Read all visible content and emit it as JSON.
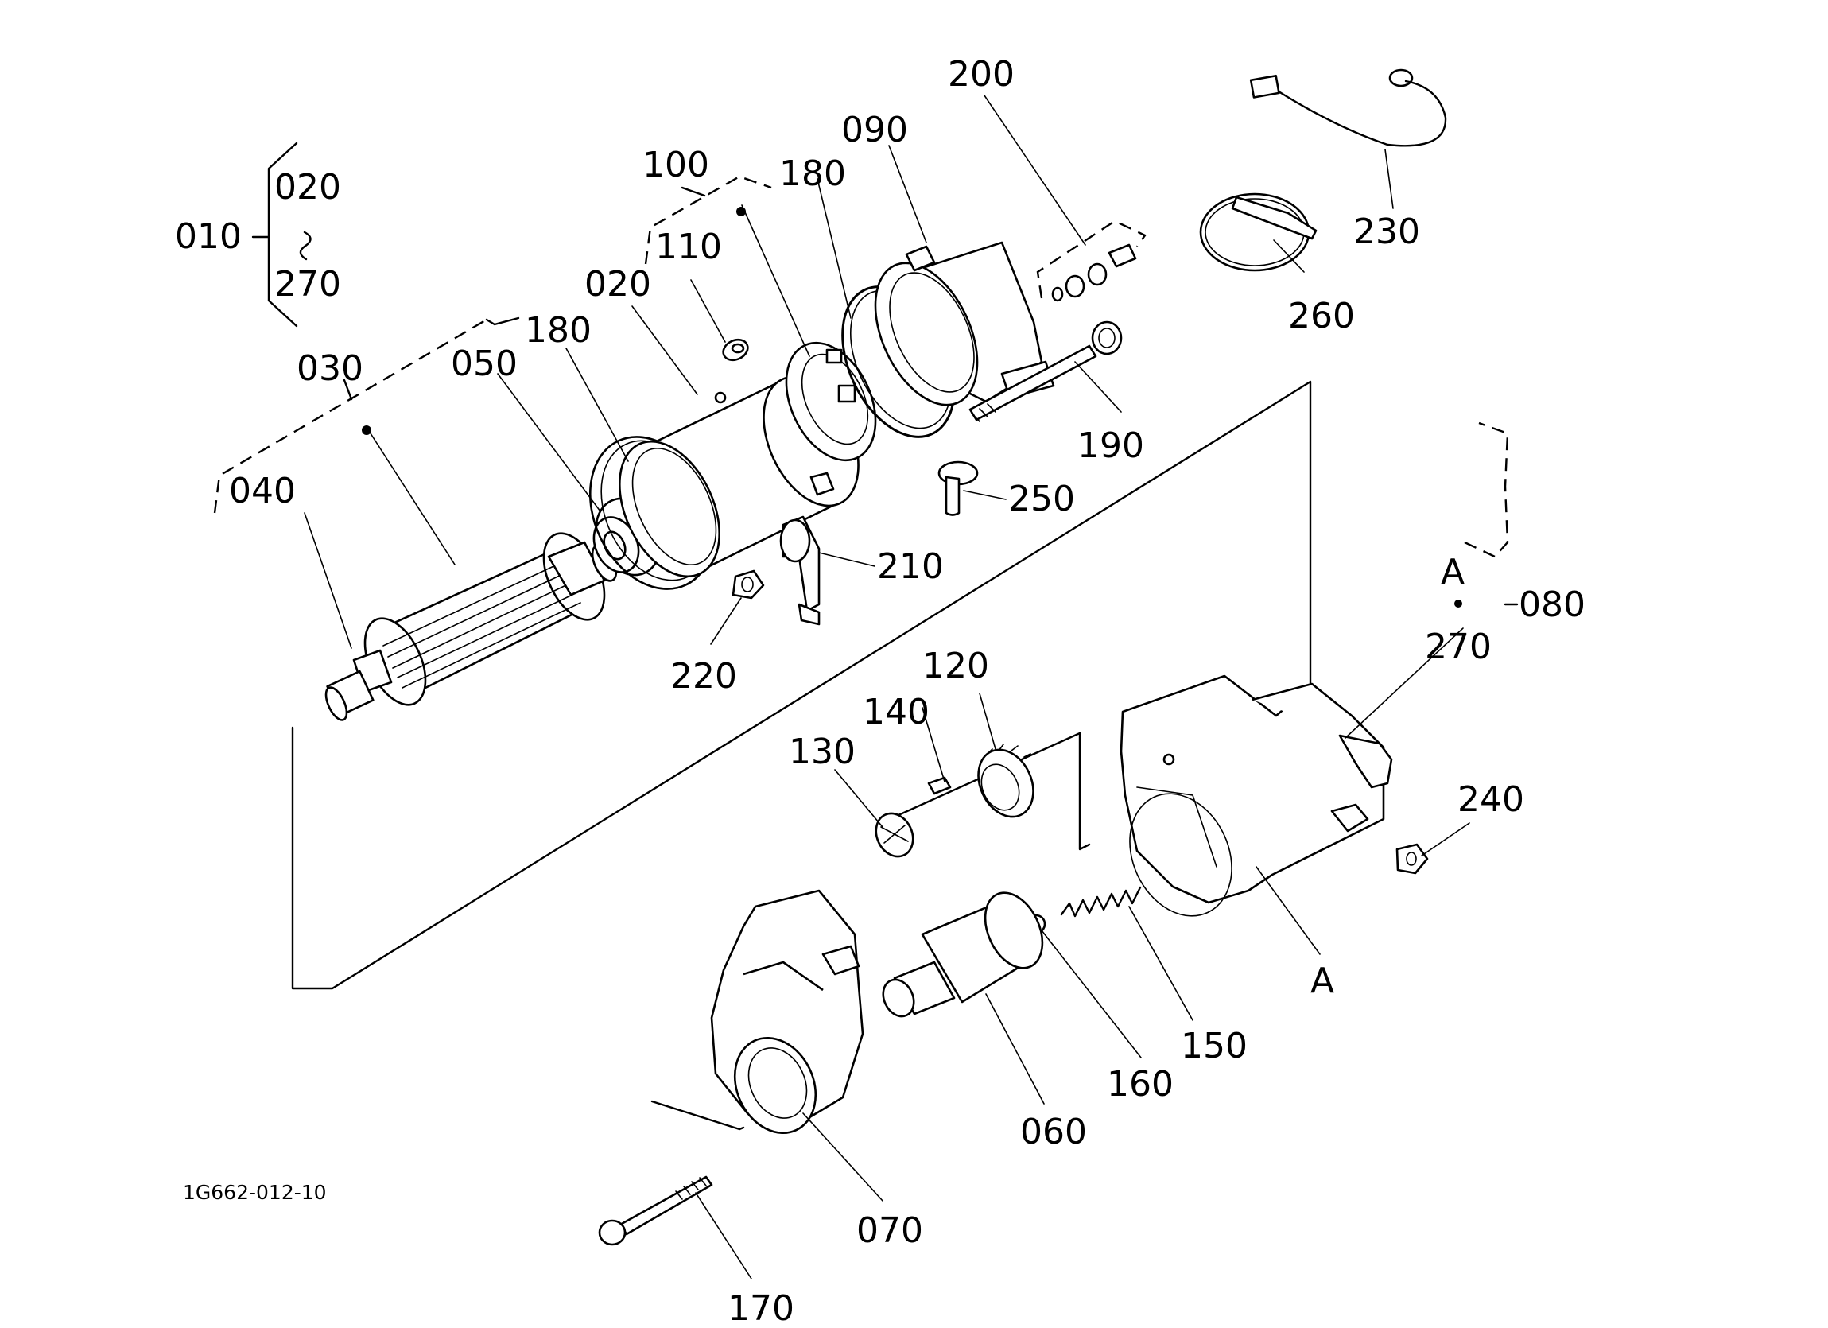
{
  "drawing_code": "1G662-012-10",
  "reference_mark": "A",
  "range_separator": "~",
  "parts": {
    "p010": "010",
    "p020_range": "020",
    "p270_range": "270",
    "p030": "030",
    "p040": "040",
    "p050": "050",
    "p180_a": "180",
    "p020": "020",
    "p100": "100",
    "p110": "110",
    "p180_b": "180",
    "p090": "090",
    "p200": "200",
    "p230": "230",
    "p260": "260",
    "p190": "190",
    "p250": "250",
    "p210": "210",
    "p220": "220",
    "p080": "080",
    "p270": "270",
    "p120": "120",
    "p140": "140",
    "p130": "130",
    "p240": "240",
    "p150": "150",
    "p160": "160",
    "p060": "060",
    "p070": "070",
    "p170": "170"
  }
}
